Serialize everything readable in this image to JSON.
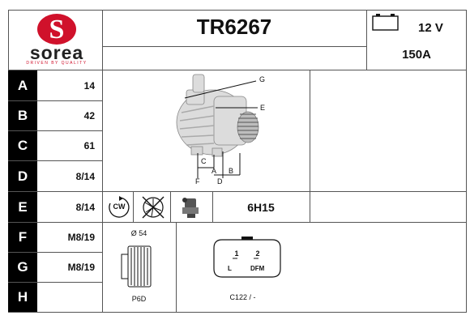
{
  "brand": {
    "name": "sorea",
    "tagline": "DRIVEN BY QUALITY",
    "logo_color": "#d0112b"
  },
  "part_number": "TR6267",
  "electrical": {
    "voltage": "12 V",
    "current": "150A",
    "icon": "battery-icon"
  },
  "rows": [
    {
      "label": "A",
      "value": "14"
    },
    {
      "label": "B",
      "value": "42"
    },
    {
      "label": "C",
      "value": "61"
    },
    {
      "label": "D",
      "value": "8/14"
    },
    {
      "label": "E",
      "value": "8/14"
    },
    {
      "label": "F",
      "value": "M8/19"
    },
    {
      "label": "G",
      "value": "M8/19"
    },
    {
      "label": "H",
      "value": ""
    }
  ],
  "diagram_labels": {
    "g": "G",
    "e": "E",
    "c": "C",
    "a": "A",
    "b": "B",
    "f": "F",
    "d": "D"
  },
  "symbols": {
    "rotation": "CW",
    "rotation_icon": "clockwise-rotation-icon",
    "no_fan_icon": "crossed-fan-icon",
    "regulator_icon": "regulator-icon",
    "clock_position": "6H15"
  },
  "pulley": {
    "diameter": "Ø 54",
    "type": "P6D"
  },
  "connector": {
    "pin1": "1",
    "pin2": "2",
    "label_l": "L",
    "label_dfm": "DFM",
    "code": "C122 / -"
  }
}
